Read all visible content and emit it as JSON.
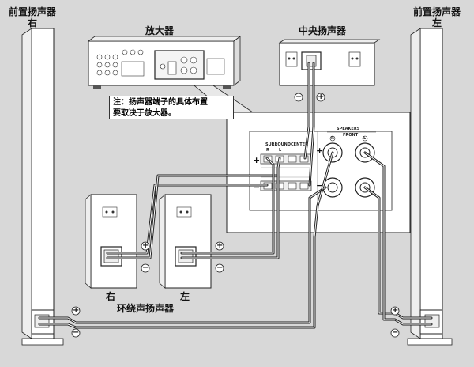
{
  "labels": {
    "front_right_title": "前置扬声器",
    "front_right_side": "右",
    "front_left_title": "前置扬声器",
    "front_left_side": "左",
    "amplifier": "放大器",
    "center_speaker": "中央扬声器",
    "note_line1": "注：扬声器端子的具体布置",
    "note_line2": "要取决于放大器。",
    "surround_right": "右",
    "surround_left": "左",
    "surround_speakers": "环绕声扬声器"
  },
  "panel": {
    "speakers": "SPEAKERS",
    "front": "FRONT",
    "surround": "SURROUND",
    "center": "CENTER",
    "r_mark": "R",
    "l_mark": "L"
  },
  "polarity": {
    "plus": "+",
    "minus": "−"
  },
  "colors": {
    "background": "#d8d8d8",
    "device_fill": "#ffffff",
    "outline": "#222222",
    "cable": "#222222"
  }
}
